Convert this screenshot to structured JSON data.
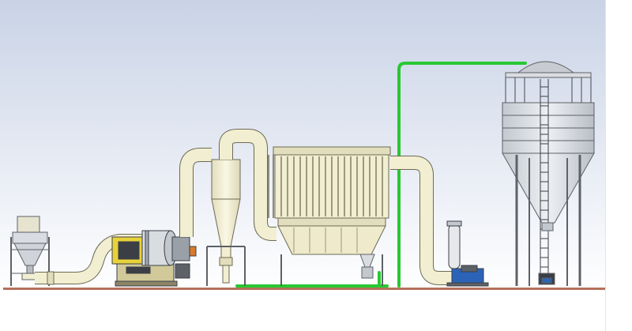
{
  "scene": {
    "kind": "cad-render",
    "text_labels": []
  },
  "palette": {
    "sky_top": "#c9d3e6",
    "sky_bottom": "#ffffff",
    "floor": "#b5715a",
    "duct_fill": "#f2eed1",
    "duct_stroke": "#6d6a55",
    "steel_fill": "#d9dde2",
    "steel_stroke": "#5d6168",
    "green_pipe": "#28c832",
    "dark_metal": "#3b3f45",
    "motor_blue": "#2b63b8",
    "yellow_part": "#e8d23a",
    "orange_part": "#d97a2a"
  },
  "components": [
    {
      "id": "feed-hopper",
      "icon": "hopper-icon"
    },
    {
      "id": "grinding-mill",
      "icon": "mill-icon"
    },
    {
      "id": "cyclone-separator",
      "icon": "cyclone-icon"
    },
    {
      "id": "pulse-bag-filter",
      "icon": "bag-filter-icon"
    },
    {
      "id": "roots-blower",
      "icon": "blower-icon"
    },
    {
      "id": "storage-silo",
      "icon": "silo-icon"
    }
  ]
}
